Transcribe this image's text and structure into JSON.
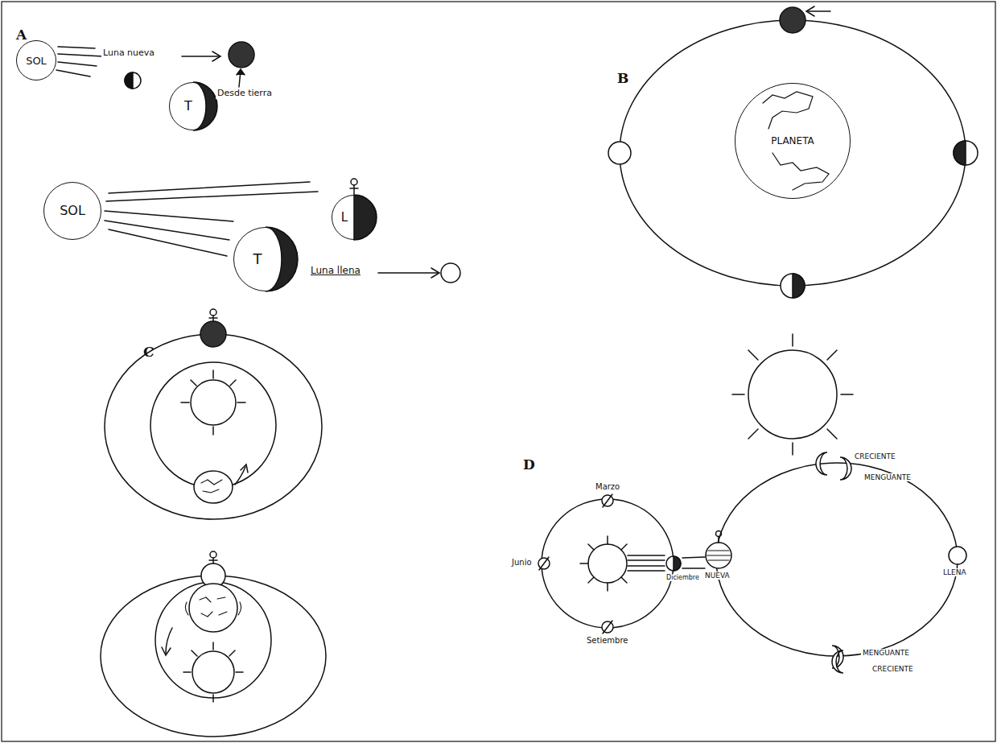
{
  "diagram": {
    "nodes": [
      {
        "text": [
          "SOL"
        ]
      },
      {
        "text": [
          "T"
        ]
      },
      {
        "text": [
          "SOL"
        ]
      },
      {
        "text": [
          "T"
        ]
      },
      {
        "text": [
          "L"
        ]
      },
      {
        "text": [
          "PLANETA"
        ]
      }
    ],
    "labels": [
      "A",
      "Luna nueva",
      "Desde tierra",
      "Luna llena",
      "B",
      "C",
      "D",
      "Marzo",
      "Junio",
      "Setiembre",
      "Diciembre",
      "NUEVA",
      "CRECIENTE",
      "MENGUANTE",
      "LLENA",
      "MENGUANTE",
      "CRECIENTE"
    ]
  }
}
